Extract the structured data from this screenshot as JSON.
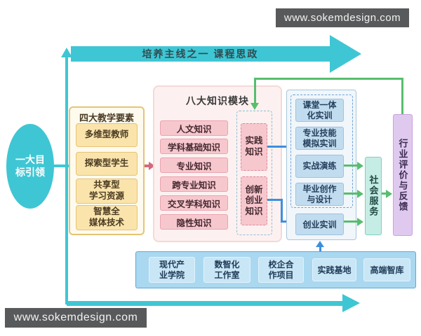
{
  "watermarks": {
    "top": "www.sokemdesign.com",
    "bottom": "www.sokemdesign.com"
  },
  "main_line_banner": "培养主线之一  课程思政",
  "goal_ellipse": "一大目\n标引领",
  "teaching_panel": {
    "title": "四大教学要素",
    "items": [
      "多维型教师",
      "探索型学生",
      "共享型\n学习资源",
      "智慧全\n媒体技术"
    ]
  },
  "knowledge_panel": {
    "title": "八大知识模块",
    "items": [
      "人文知识",
      "学科基础知识",
      "专业知识",
      "跨专业知识",
      "交叉学科知识",
      "隐性知识"
    ],
    "practice_knowledge": "实践\n知识",
    "innovation_knowledge": "创新\n创业\n知识"
  },
  "training_panel": {
    "items": [
      "课堂一体\n化实训",
      "专业技能\n模拟实训",
      "实战演练",
      "毕业创作\n与设计"
    ],
    "entrepreneurship": "创业实训"
  },
  "social_service": "社会服务",
  "industry_feedback": "行业评价与反馈",
  "platform_bar": {
    "items": [
      "现代产\n业学院",
      "数智化\n工作室",
      "校企合\n作项目",
      "实践基地",
      "高端智库"
    ]
  },
  "colors": {
    "teal_main_line": "#3FC6D4",
    "yellow_panel_border": "#E5C476",
    "pink_knowledge_fill": "#F7C7CE",
    "blue_connector": "#3E8EDE",
    "green_connector": "#57BE6E",
    "training_fill": "#C2DCEF",
    "service_fill": "#C6EDE5",
    "feedback_fill": "#E0C9EE",
    "platform_fill": "#A9D8F0",
    "watermark_bg": "#58595B"
  }
}
